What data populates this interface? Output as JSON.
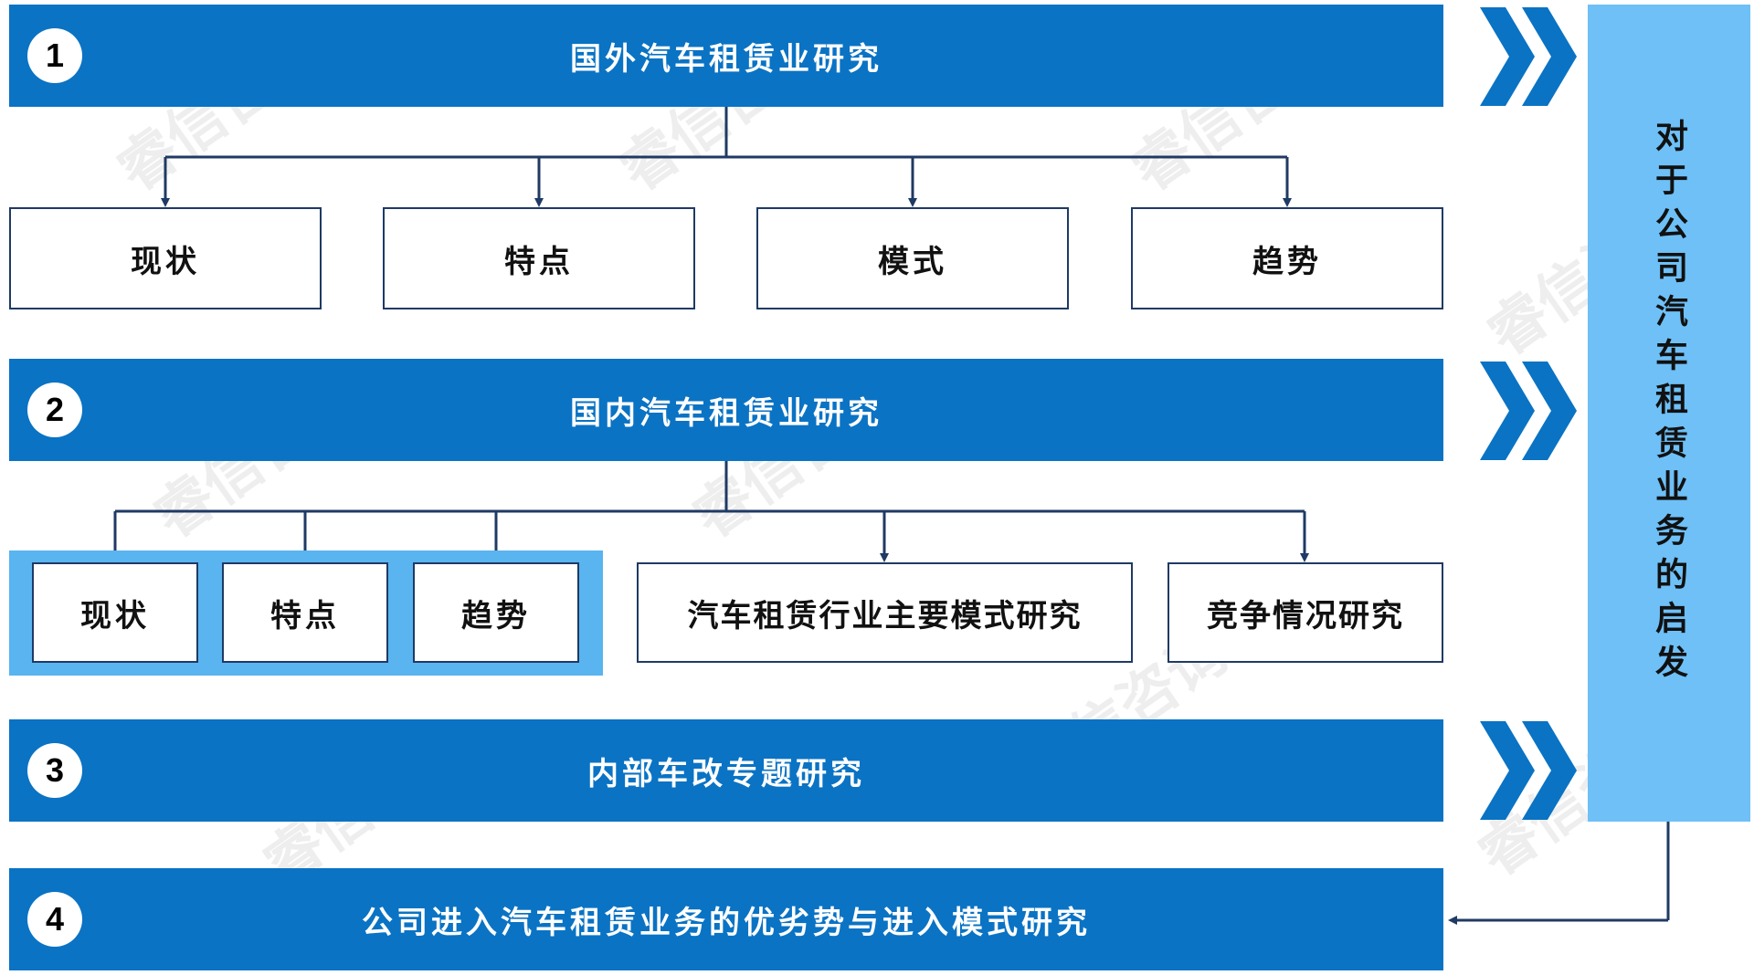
{
  "sections": [
    {
      "number": "1",
      "title": "国外汽车租赁业研究"
    },
    {
      "number": "2",
      "title": "国内汽车租赁业研究"
    },
    {
      "number": "3",
      "title": "内部车改专题研究"
    },
    {
      "number": "4",
      "title": "公司进入汽车租赁业务的优劣势与进入模式研究"
    }
  ],
  "foreign_items": [
    "现状",
    "特点",
    "模式",
    "趋势"
  ],
  "domestic_items": [
    "现状",
    "特点",
    "趋势",
    "汽车租赁行业主要模式研究",
    "竞争情况研究"
  ],
  "side_panel": {
    "text": "对于公司汽车租赁业务的启发"
  },
  "watermark": {
    "text": "睿信咨询"
  },
  "colors": {
    "band": "#0a73c4",
    "light_panel": "#59b4f0",
    "side_panel": "#6ec0f7",
    "connector": "#1f3a64"
  }
}
